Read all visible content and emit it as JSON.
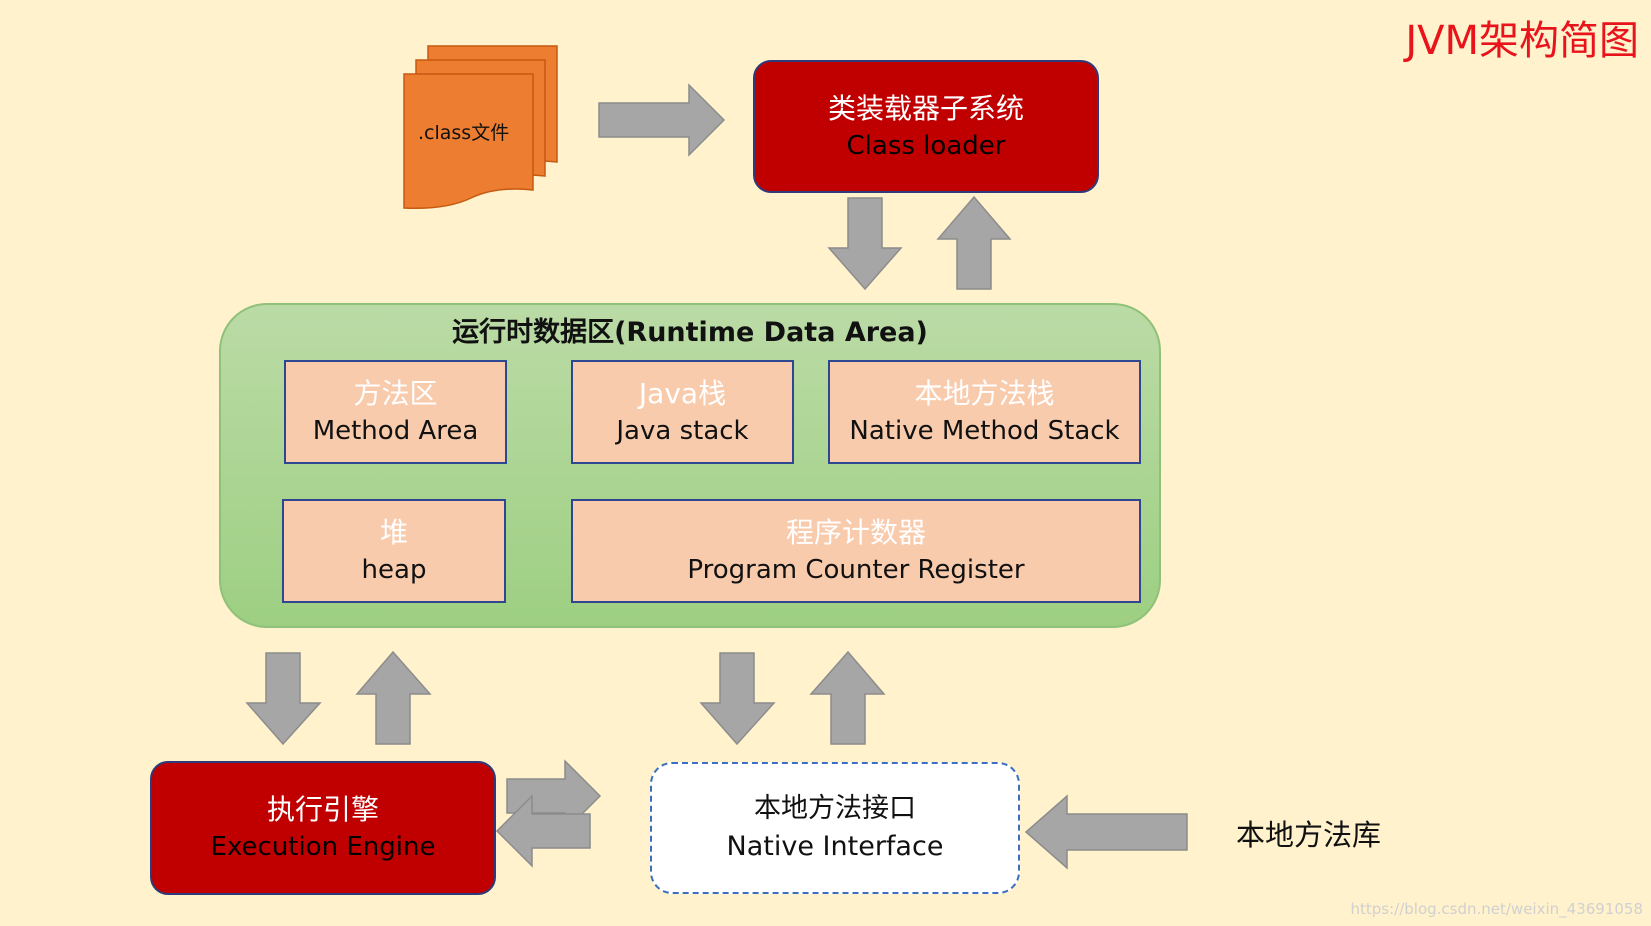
{
  "title": "JVM架构简图",
  "class_file": {
    "label": ".class文件"
  },
  "class_loader": {
    "cn": "类装载器子系统",
    "en": "Class loader"
  },
  "runtime_area": {
    "title": "运行时数据区(Runtime Data Area)",
    "method_area": {
      "cn": "方法区",
      "en": "Method Area"
    },
    "java_stack": {
      "cn": "Java栈",
      "en": "Java stack"
    },
    "native_stack": {
      "cn": "本地方法栈",
      "en": "Native Method Stack"
    },
    "heap": {
      "cn": "堆",
      "en": "heap"
    },
    "pc_register": {
      "cn": "程序计数器",
      "en": "Program Counter Register"
    }
  },
  "execution_engine": {
    "cn": "执行引擎",
    "en": "Execution Engine"
  },
  "native_interface": {
    "cn": "本地方法接口",
    "en": "Native Interface"
  },
  "native_library": {
    "label": "本地方法库"
  },
  "watermark": "https://blog.csdn.net/weixin_43691058",
  "colors": {
    "background": "#fff2cc",
    "red_box": "#c00000",
    "runtime_area": "#a9d18e",
    "cell": "#f8cbad",
    "document": "#ed7d31",
    "arrow": "#a6a6a6",
    "title": "#e8131b"
  }
}
